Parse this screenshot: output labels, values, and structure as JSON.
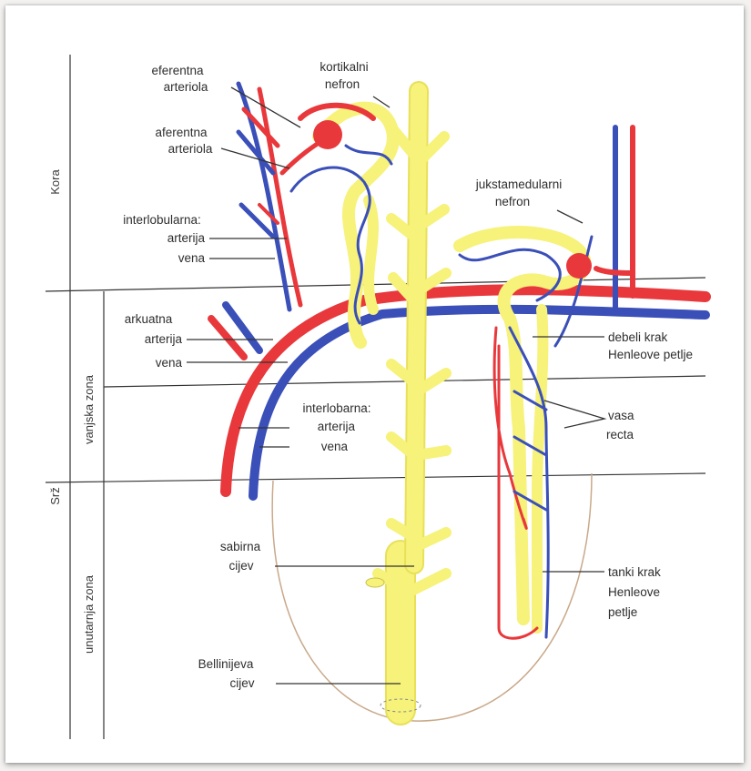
{
  "side_labels": {
    "cortex": "Kora",
    "medulla": "Srž",
    "outer_zone": "vanjska zona",
    "inner_zone": "unutarnja zona"
  },
  "labels": {
    "efferent_1": "eferentna",
    "efferent_2": "arteriola",
    "afferent_1": "aferentna",
    "afferent_2": "arteriola",
    "cortical_1": "kortikalni",
    "cortical_2": "nefron",
    "interlobular": "interlobularna:",
    "interlobular_artery": "arterija",
    "interlobular_vein": "vena",
    "juxta_1": "jukstamedularni",
    "juxta_2": "nefron",
    "arcuate": "arkuatna",
    "arcuate_artery": "arterija",
    "arcuate_vein": "vena",
    "thick_1": "debeli krak",
    "thick_2": "Henleove petlje",
    "interlobar": "interlobarna:",
    "interlobar_artery": "arterija",
    "interlobar_vein": "vena",
    "vasa_1": "vasa",
    "vasa_2": "recta",
    "collecting_1": "sabirna",
    "collecting_2": "cijev",
    "thin_1": "tanki krak",
    "thin_2": "Henleove",
    "thin_3": "petlje",
    "bellini_1": "Bellinijeva",
    "bellini_2": "cijev"
  },
  "colors": {
    "artery": "#e8383c",
    "vein": "#3a4fb8",
    "tubule": "#f6f27a",
    "papilla_outline": "#c9a98a"
  }
}
